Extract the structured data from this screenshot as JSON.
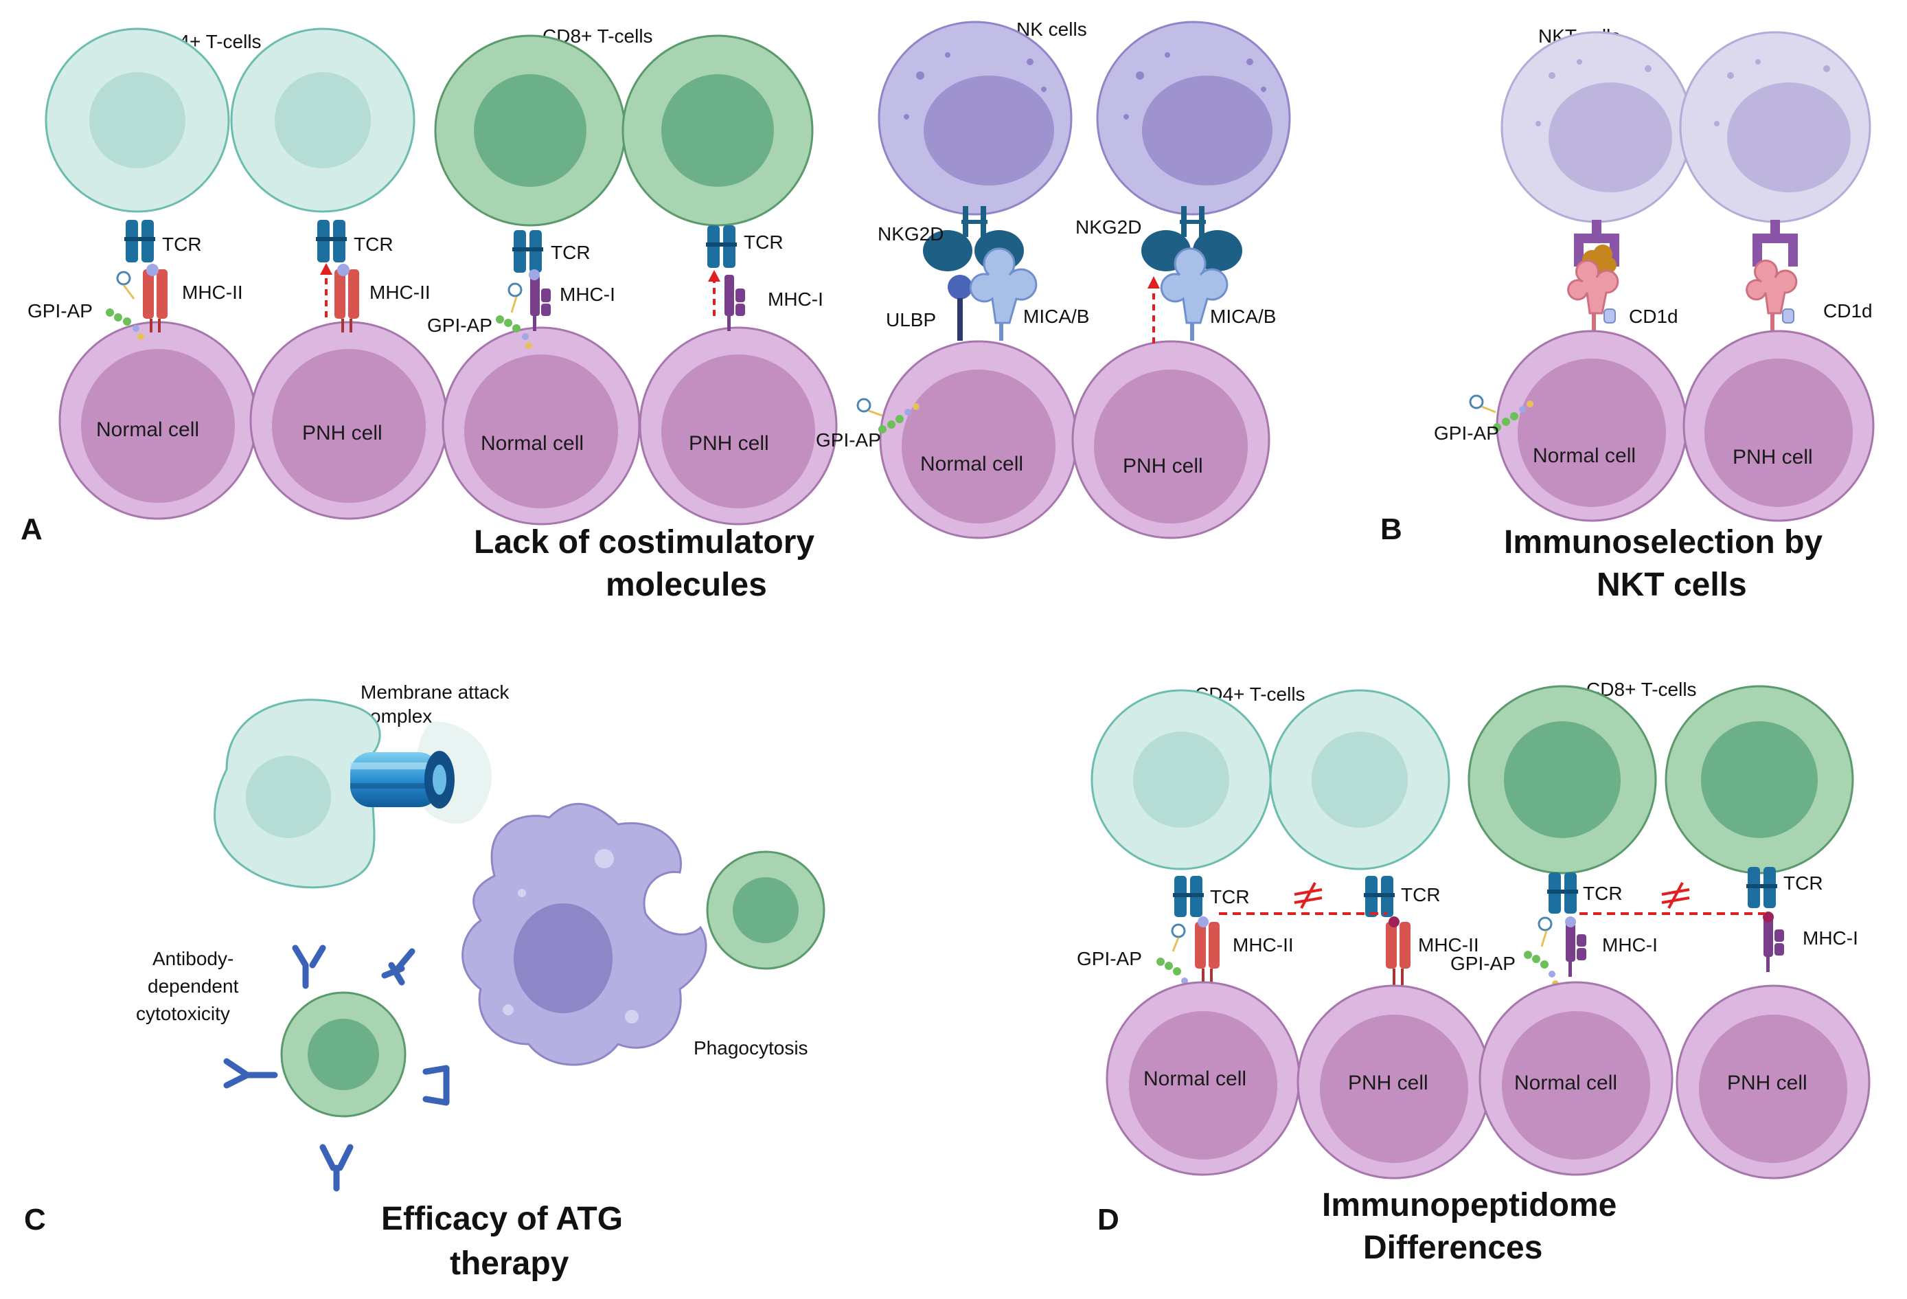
{
  "panels": {
    "A": {
      "letter": "A",
      "title_line1": "Lack of costimulatory",
      "title_line2": "molecules",
      "groups": {
        "cd4": "CD4+ T-cells",
        "cd8": "CD8+ T-cells",
        "nk": "NK cells"
      },
      "labels": {
        "tcr": "TCR",
        "mhc2": "MHC-II",
        "mhc1": "MHC-I",
        "gpi": "GPI-AP",
        "nkg2d": "NKG2D",
        "ulbp": "ULBP",
        "mica": "MICA/B",
        "normal": "Normal cell",
        "pnh": "PNH cell"
      }
    },
    "B": {
      "letter": "B",
      "title_line1": "Immunoselection by",
      "title_line2": "NKT cells",
      "group": "NKT cells",
      "labels": {
        "cd1d": "CD1d",
        "gpi": "GPI-AP",
        "normal": "Normal cell",
        "pnh": "PNH cell"
      }
    },
    "C": {
      "letter": "C",
      "title_line1": "Efficacy of ATG",
      "title_line2": "therapy",
      "mac_line1": "Membrane attack",
      "mac_line2": "complex",
      "adcc_line1": "Antibody-",
      "adcc_line2": "dependent",
      "adcc_line3": "cytotoxicity",
      "phago": "Phagocytosis"
    },
    "D": {
      "letter": "D",
      "title_line1": "Immunopeptidome",
      "title_line2": "Differences",
      "groups": {
        "cd4": "CD4+ T-cells",
        "cd8": "CD8+ T-cells"
      },
      "labels": {
        "tcr": "TCR",
        "mhc2": "MHC-II",
        "mhc1": "MHC-I",
        "gpi": "GPI-AP",
        "normal": "Normal cell",
        "pnh": "PNH cell"
      }
    }
  },
  "colors": {
    "cd4_outer": "#d3ece8",
    "cd4_inner": "#b6dcd6",
    "cd4_stroke": "#6cbcb0",
    "cd8_outer": "#a8d4b2",
    "cd8_inner": "#6cb08a",
    "cd8_stroke": "#5a9a6c",
    "nk_outer": "#c2bde6",
    "nk_inner": "#9f93cf",
    "nk_stroke": "#8f86c8",
    "nkt_outer": "#dcd8ee",
    "nkt_inner": "#bdb5de",
    "target_outer": "#dcb8e0",
    "target_inner": "#c38fc0",
    "target_stroke": "#a776ad",
    "tcr": "#1d6fa0",
    "mhc2": "#d8544e",
    "mhc1": "#7a3f8c",
    "arrow": "#e02020",
    "antibody": "#3a63b8",
    "cd1d": "#ec9aa8"
  }
}
